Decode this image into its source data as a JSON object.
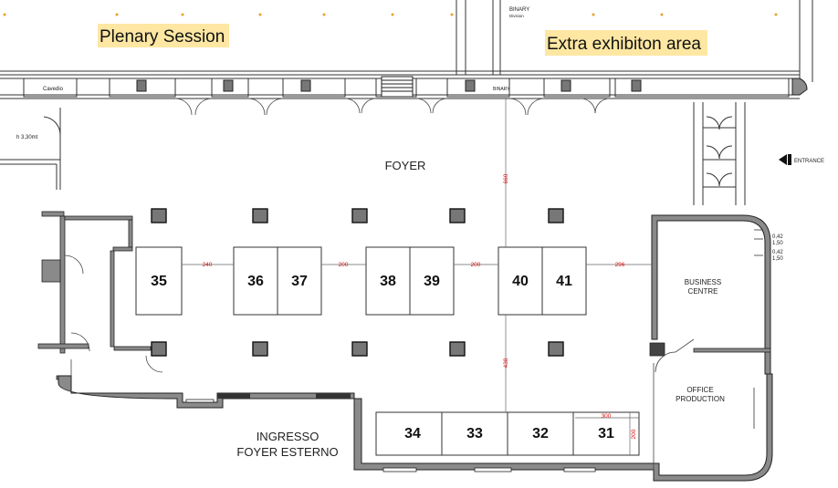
{
  "highlights": {
    "plenary": "Plenary Session",
    "extra": "Extra exhibiton area",
    "fill": "#fde7a3"
  },
  "rooms": {
    "foyer": "FOYER",
    "business_line1": "BUSINESS",
    "business_line2": "CENTRE",
    "office_line1": "OFFICE",
    "office_line2": "PRODUCTION",
    "ingresso_line1": "INGRESSO",
    "ingresso_line2": "FOYER ESTERNO",
    "entrance": "ENTRANCE",
    "cavedio": "Cavedio",
    "height_note": "h 3,30mt",
    "binary_top": "BINARY",
    "binary_sub": "Division",
    "binary_door": "BINARY"
  },
  "booths": {
    "b35": "35",
    "b36": "36",
    "b37": "37",
    "b38": "38",
    "b39": "39",
    "b40": "40",
    "b41": "41",
    "b34": "34",
    "b33": "33",
    "b32": "32",
    "b31": "31"
  },
  "dimensions": {
    "d240": "240",
    "d200a": "200",
    "d200b": "200",
    "d296": "296",
    "d660": "660",
    "d438": "438",
    "d300": "300",
    "d200c": "200",
    "r042a": "0,42",
    "r150a": "1,50",
    "r042b": "0,42",
    "r150b": "1,50"
  },
  "colors": {
    "wall": "#8a8a8a",
    "line": "#222222",
    "dim": "#d11111",
    "pillar": "#777777"
  }
}
